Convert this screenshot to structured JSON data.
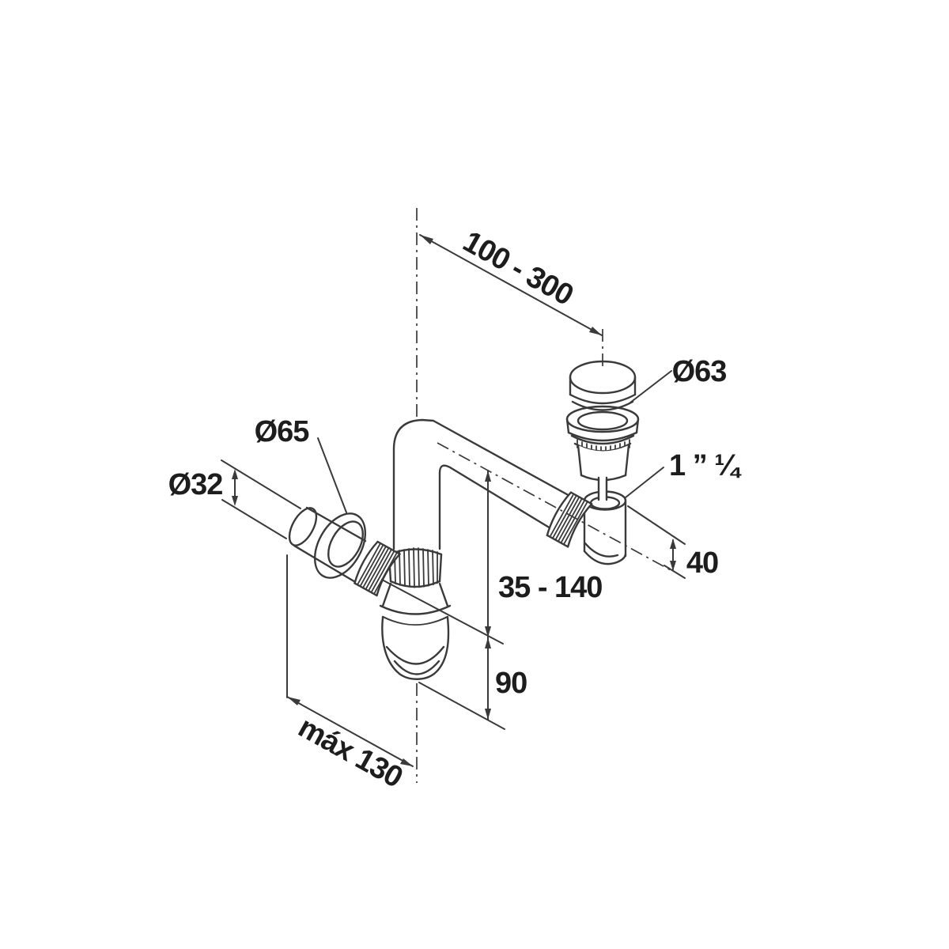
{
  "diagram": {
    "type": "technical-drawing",
    "subject": "bottle-trap-siphon-with-popup-waste",
    "dimensions": {
      "top_offset": "100 - 300",
      "plug_diameter": "Ø63",
      "flange_diameter": "Ø65",
      "pipe_diameter": "Ø32",
      "thread_size": "1 ” ¼",
      "outlet_height": "40",
      "vertical_adjust": "35 - 140",
      "trap_depth": "90",
      "max_offset": "máx 130"
    },
    "colors": {
      "line": "#3a3a3a",
      "text": "#1d1d1d",
      "background": "#ffffff"
    }
  }
}
